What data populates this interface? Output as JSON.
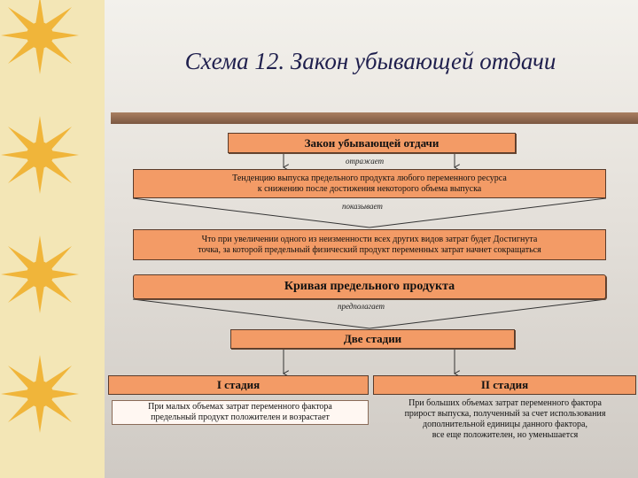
{
  "title": "Схема 12. Закон убывающей отдачи",
  "nodes": {
    "main": "Закон убывающей отдачи",
    "tendency_line1": "Тенденцию выпуска предельного продукта любого переменного ресурса",
    "tendency_line2": "к снижению после достижения некоторого объема выпуска",
    "explain_line1": "Что при увеличении одного из неизменности всех других видов затрат будет Достигнута",
    "explain_line2": "точка, за которой предельный физический продукт переменных затрат начнет сокращаться",
    "curve": "Кривая предельного продукта",
    "two_stages": "Две стадии",
    "stage1": "I стадия",
    "stage2": "II стадия",
    "stage1_desc_line1": "При малых объемах затрат переменного фактора",
    "stage1_desc_line2": "предельный продукт положителен и возрастает",
    "stage2_desc_line1": "При больших объемах затрат переменного фактора",
    "stage2_desc_line2": "прирост выпуска, полученный за счет использования",
    "stage2_desc_line3": "дополнительной единицы данного фактора,",
    "stage2_desc_line4": "все еще положителен, но уменьшается"
  },
  "connectors": {
    "reflects": "отражает",
    "shows": "показывает",
    "assumes": "предполагает"
  },
  "colors": {
    "box_fill": "#f39b66",
    "title_color": "#1f1f4d",
    "strip": "#f3e6b6",
    "sun": "#f0b53a"
  }
}
